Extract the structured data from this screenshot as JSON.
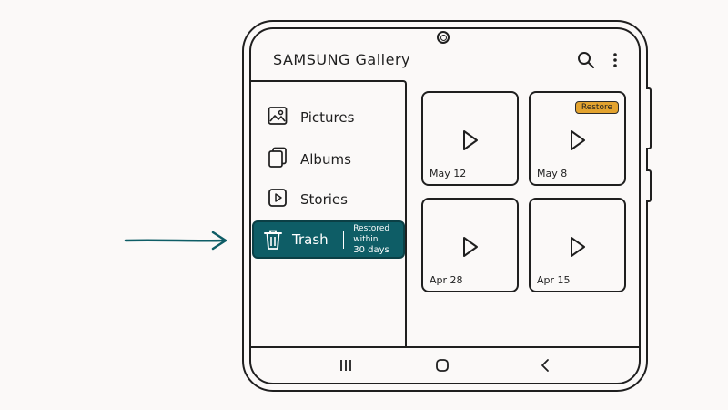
{
  "app": {
    "title": "SAMSUNG Gallery"
  },
  "header": {
    "search_icon": "search-icon",
    "more_icon": "more-vertical-icon"
  },
  "nav": {
    "items": [
      {
        "label": "Pictures",
        "icon": "image-icon"
      },
      {
        "label": "Albums",
        "icon": "albums-icon"
      },
      {
        "label": "Stories",
        "icon": "play-square-icon"
      }
    ],
    "trash": {
      "label": "Trash",
      "note_line1": "Restored within",
      "note_line2": "30 days",
      "icon": "trash-icon",
      "color": "#0e5d66"
    }
  },
  "tiles": [
    {
      "date": "May 12"
    },
    {
      "date": "May 8",
      "badge": "Restore",
      "badge_color": "#e3a32f"
    },
    {
      "date": "Apr 28"
    },
    {
      "date": "Apr 15"
    }
  ],
  "system_nav": {
    "recents": "recents-icon",
    "home": "home-icon",
    "back": "back-icon"
  },
  "annotation": {
    "arrow_color": "#0e5d66"
  }
}
